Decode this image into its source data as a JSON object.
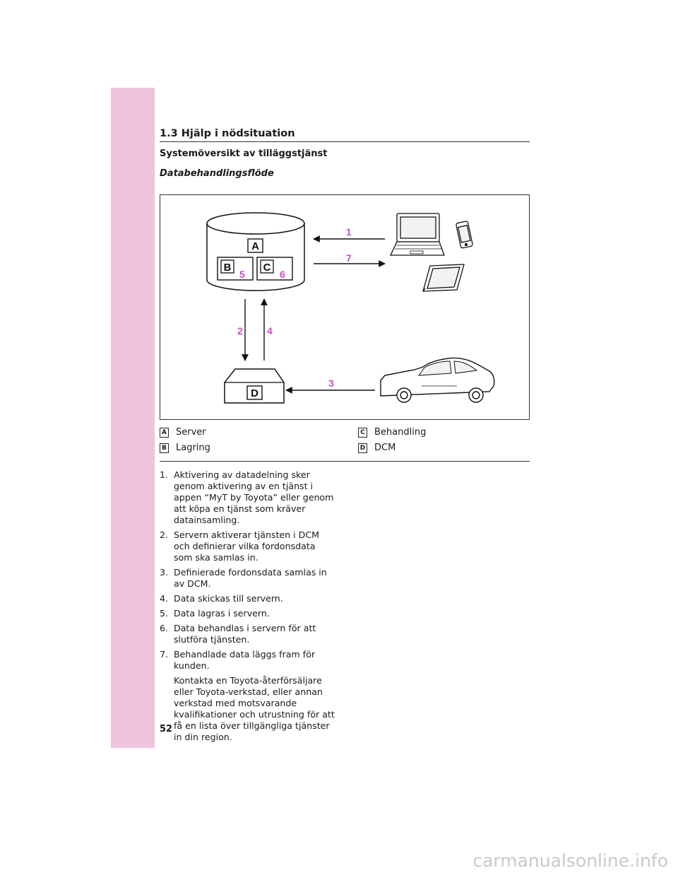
{
  "header": {
    "section_title": "1.3 Hjälp i nödsituation"
  },
  "subheading": "Systemöversikt av tilläggstjänst",
  "flow_heading": "Databehandlingsflöde",
  "diagram": {
    "box_labels": {
      "a": "A",
      "b": "B",
      "c": "C",
      "d": "D"
    },
    "step_markers": [
      "1",
      "2",
      "3",
      "4",
      "5",
      "6",
      "7"
    ],
    "marker_color": "#c94fc0",
    "side_tab_color": "#f0c3dc"
  },
  "legend": [
    {
      "key": "A",
      "label": "Server"
    },
    {
      "key": "B",
      "label": "Lagring"
    },
    {
      "key": "C",
      "label": "Behandling"
    },
    {
      "key": "D",
      "label": "DCM"
    }
  ],
  "steps": [
    {
      "num": "1.",
      "text": "Aktivering av datadelning sker genom aktivering av en tjänst i appen “MyT by Toyota” eller genom att köpa en tjänst som kräver datainsamling."
    },
    {
      "num": "2.",
      "text": "Servern aktiverar tjänsten i DCM och definierar vilka fordonsdata som ska samlas in."
    },
    {
      "num": "3.",
      "text": "Definierade fordonsdata samlas in av DCM."
    },
    {
      "num": "4.",
      "text": "Data skickas till servern."
    },
    {
      "num": "5.",
      "text": "Data lagras i servern."
    },
    {
      "num": "6.",
      "text": "Data behandlas i servern för att slutföra tjänsten."
    },
    {
      "num": "7.",
      "text": "Behandlade data läggs fram för kunden."
    }
  ],
  "note": "Kontakta en Toyota-återförsäljare eller Toyota-verkstad, eller annan verkstad med motsvarande kvalifikationer och utrustning för att få en lista över tillgängliga tjänster in din region.",
  "page_number": "52",
  "watermark": "carmanualsonline.info"
}
